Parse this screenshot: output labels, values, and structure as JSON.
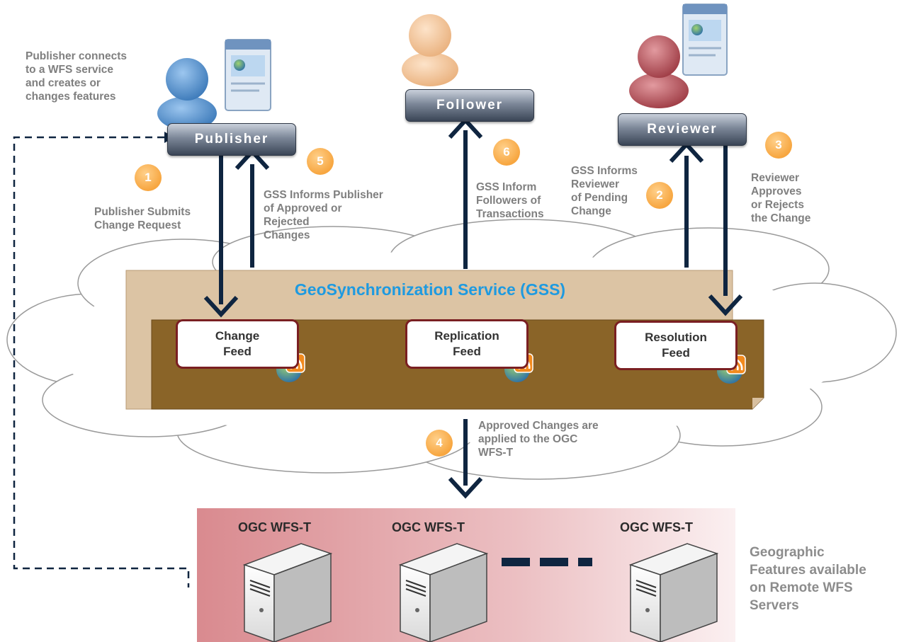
{
  "roles": {
    "publisher": "Publisher",
    "follower": "Follower",
    "reviewer": "Reviewer"
  },
  "service_title": "GeoSynchronization Service (GSS)",
  "feeds": {
    "change": [
      "Change",
      "Feed"
    ],
    "replication": [
      "Replication",
      "Feed"
    ],
    "resolution": [
      "Resolution",
      "Feed"
    ]
  },
  "steps": {
    "s1": "1",
    "s2": "2",
    "s3": "3",
    "s4": "4",
    "s5": "5",
    "s6": "6"
  },
  "notes": {
    "publisher_connects": [
      "Publisher  connects",
      "to a WFS service",
      "and creates or",
      "changes features"
    ],
    "step1": [
      "Publisher Submits",
      "Change Request"
    ],
    "step5": [
      "GSS Informs Publisher",
      "of Approved or",
      "Rejected",
      "Changes"
    ],
    "step6": [
      "GSS Inform",
      "Followers of",
      "Transactions"
    ],
    "step2": [
      "GSS Informs",
      "Reviewer",
      "of Pending",
      "Change"
    ],
    "step3": [
      "Reviewer",
      "Approves",
      "or Rejects",
      "the Change"
    ],
    "step4": [
      "Approved Changes are",
      "applied to the OGC",
      "WFS-T"
    ]
  },
  "servers": [
    "OGC WFS-T",
    "OGC WFS-T",
    "OGC WFS-T"
  ],
  "geo_note": [
    "Geographic",
    "Features available",
    "on Remote  WFS",
    "Servers"
  ],
  "colors": {
    "arrow": "#0f2540",
    "gss_outer": "#dcc4a4",
    "gss_inner": "#8a6428",
    "feed_border": "#7a1f22",
    "badge": "#f7a640",
    "title": "#1e9ae0",
    "publisher_person": "#4b8fd0",
    "follower_person": "#f3c9a0",
    "reviewer_person": "#b5505a"
  },
  "icons": [
    "rss-feed-icon",
    "browser-window-icon",
    "person-icon",
    "server-icon"
  ]
}
